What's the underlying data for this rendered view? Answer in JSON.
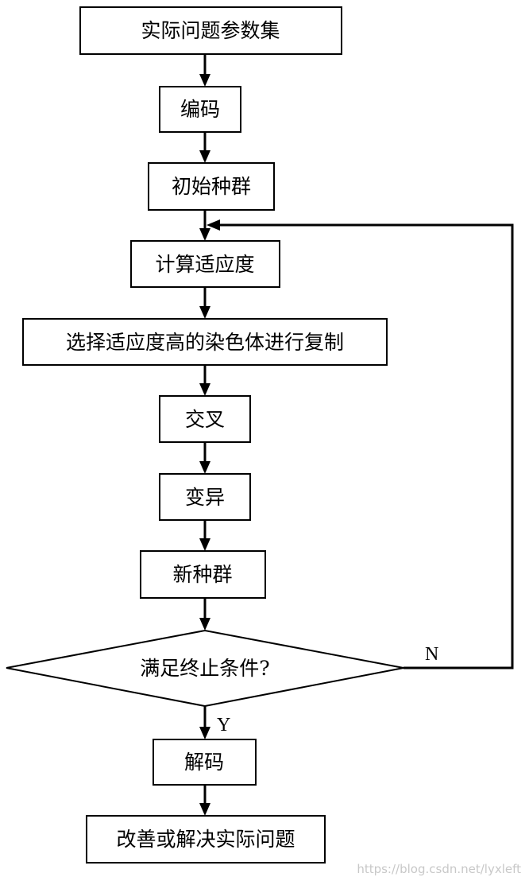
{
  "nodes": {
    "params": "实际问题参数集",
    "encode": "编码",
    "init_pop": "初始种群",
    "fitness": "计算适应度",
    "select": "选择适应度高的染色体进行复制",
    "crossover": "交叉",
    "mutation": "变异",
    "new_pop": "新种群",
    "condition": "满足终止条件?",
    "decode": "解码",
    "solve": "改善或解决实际问题"
  },
  "branches": {
    "no": "N",
    "yes": "Y"
  },
  "watermark": "https://blog.csdn.net/lyxleft"
}
